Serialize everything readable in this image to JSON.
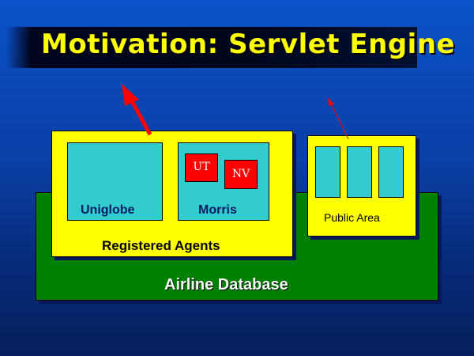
{
  "title": "Motivation: Servlet Engine",
  "diagram": {
    "database_label": "Airline Database",
    "registered_agents_label": "Registered Agents",
    "public_area_label": "Public Area",
    "agents": [
      {
        "label": "Uniglobe"
      },
      {
        "label": "Morris",
        "sub_agents": [
          "UT",
          "NV"
        ]
      }
    ],
    "colors": {
      "database": "#008000",
      "container": "#ffff00",
      "agent": "#33cccc",
      "sub_agent": "#ff0000",
      "arrow": "#ff0000",
      "title": "#ffff00"
    }
  }
}
